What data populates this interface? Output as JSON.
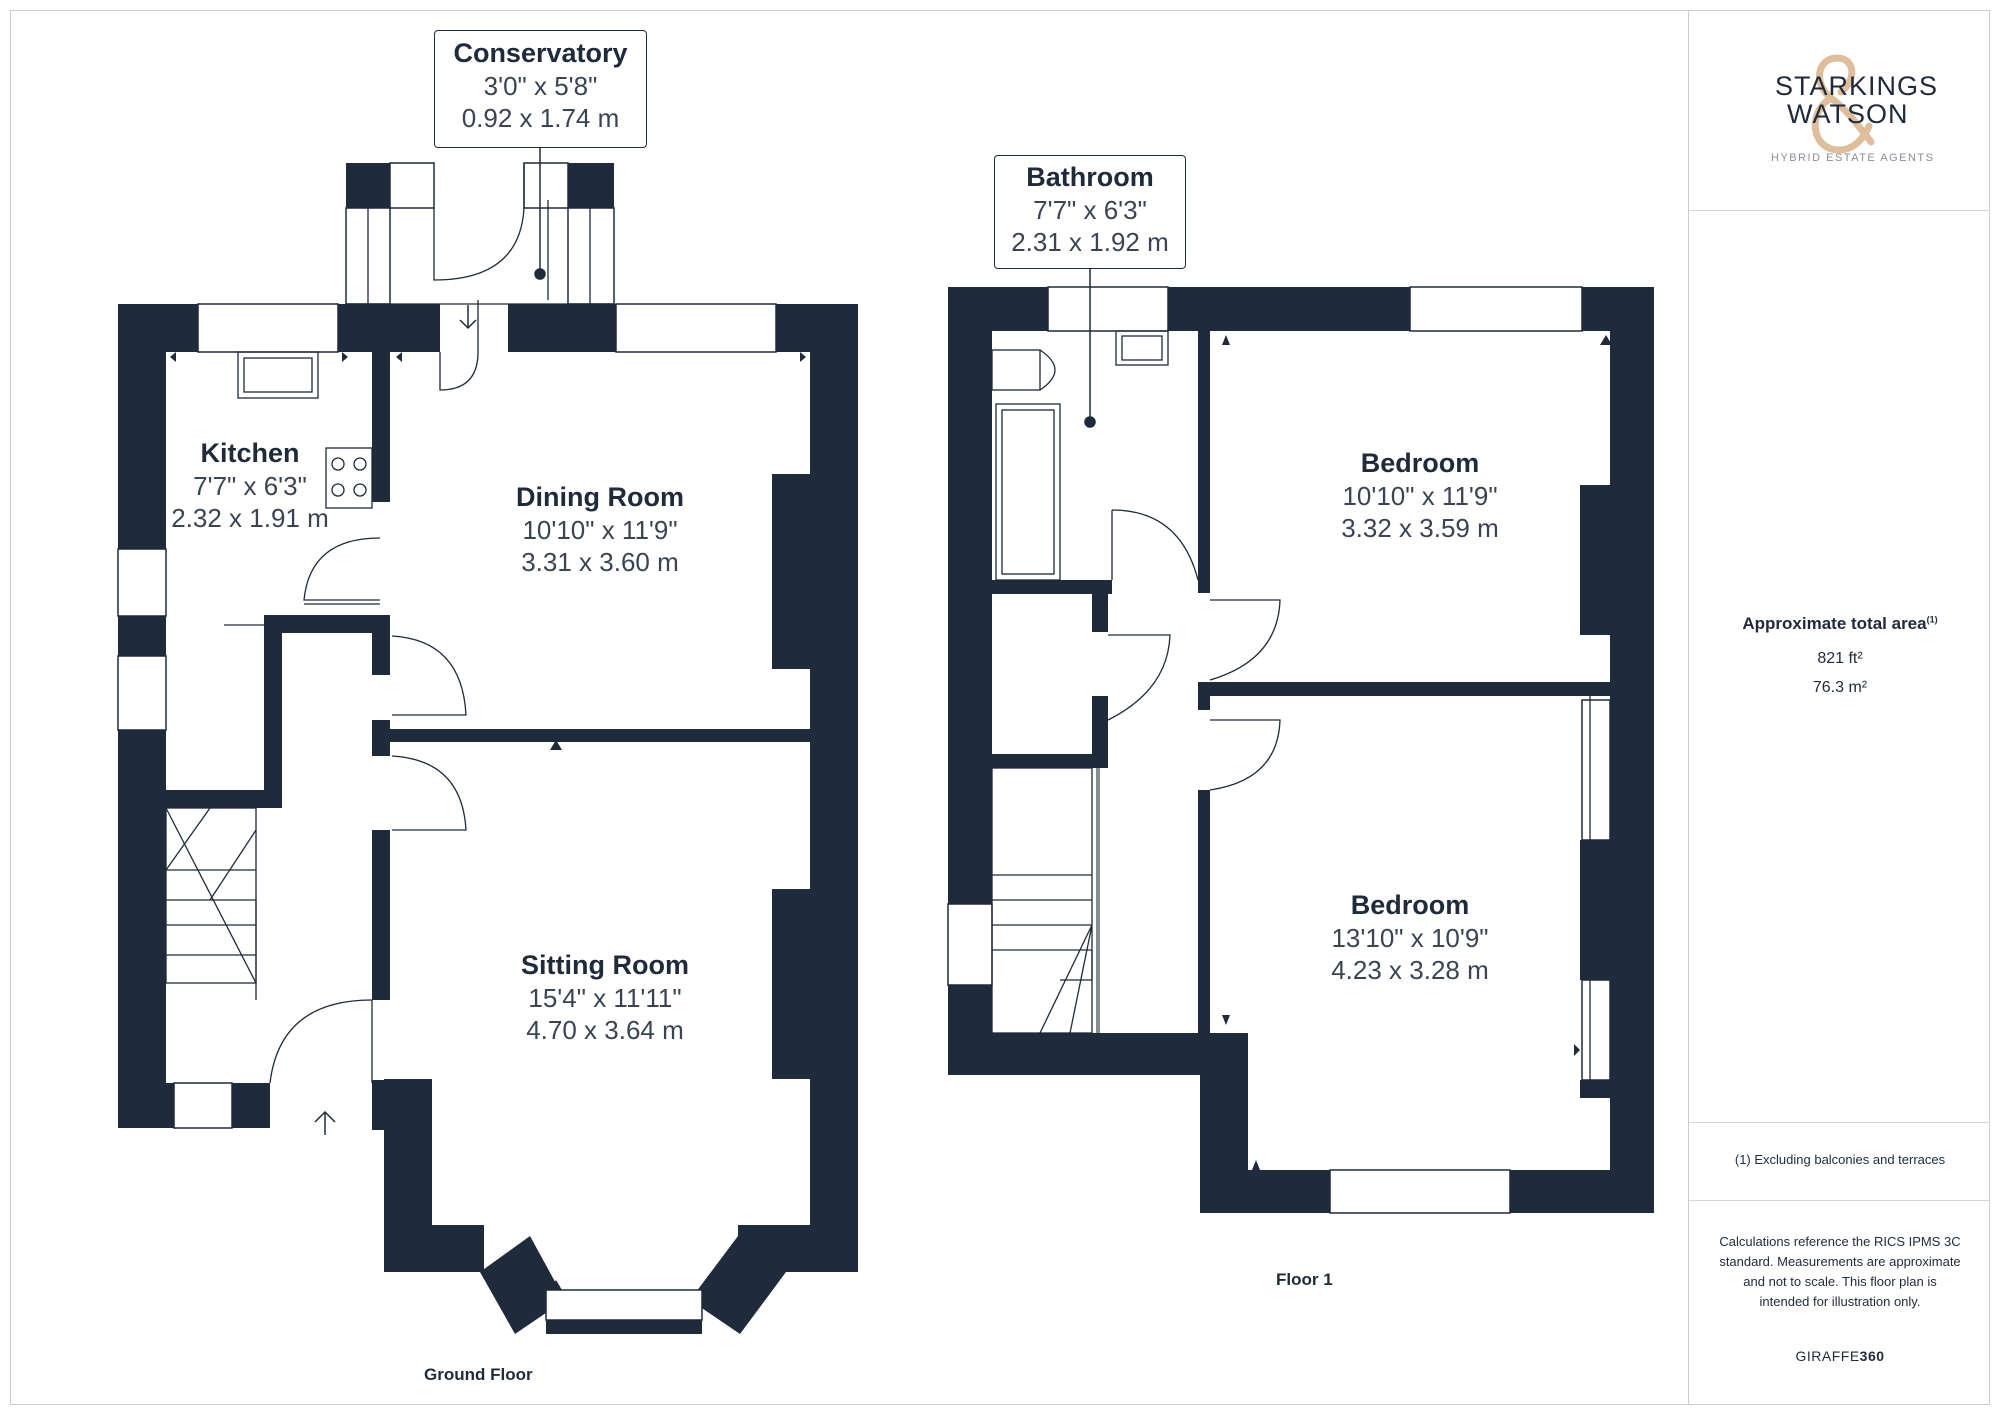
{
  "brand": {
    "line1": "STARKINGS",
    "line2": "WATSON",
    "tagline": "HYBRID ESTATE AGENTS",
    "accent_color": "#d9b38c"
  },
  "area": {
    "title": "Approximate total area",
    "title_sup": "(1)",
    "sqft": "821 ft²",
    "sqm": "76.3 m²"
  },
  "footnote": "(1) Excluding balconies and terraces",
  "disclaimer": "Calculations reference the RICS IPMS 3C standard. Measurements are approximate and not to scale. This floor plan is intended for illustration only.",
  "credit": {
    "a": "GIRAFFE",
    "b": "360"
  },
  "floors": {
    "ground": "Ground Floor",
    "first": "Floor 1"
  },
  "rooms": {
    "conservatory": {
      "name": "Conservatory",
      "imperial": "3'0\" x 5'8\"",
      "metric": "0.92 x 1.74 m"
    },
    "kitchen": {
      "name": "Kitchen",
      "imperial": "7'7\" x 6'3\"",
      "metric": "2.32 x 1.91 m"
    },
    "dining": {
      "name": "Dining Room",
      "imperial": "10'10\" x 11'9\"",
      "metric": "3.31 x 3.60 m"
    },
    "sitting": {
      "name": "Sitting Room",
      "imperial": "15'4\" x 11'11\"",
      "metric": "4.70 x 3.64 m"
    },
    "bathroom": {
      "name": "Bathroom",
      "imperial": "7'7\" x 6'3\"",
      "metric": "2.31 x 1.92 m"
    },
    "bedroom1": {
      "name": "Bedroom",
      "imperial": "10'10\" x 11'9\"",
      "metric": "3.32 x 3.59 m"
    },
    "bedroom2": {
      "name": "Bedroom",
      "imperial": "13'10\" x 10'9\"",
      "metric": "4.23 x 3.28 m"
    }
  },
  "colors": {
    "wall": "#1f2a3a",
    "line": "#1f2a3a",
    "border": "#c9ccd1"
  }
}
